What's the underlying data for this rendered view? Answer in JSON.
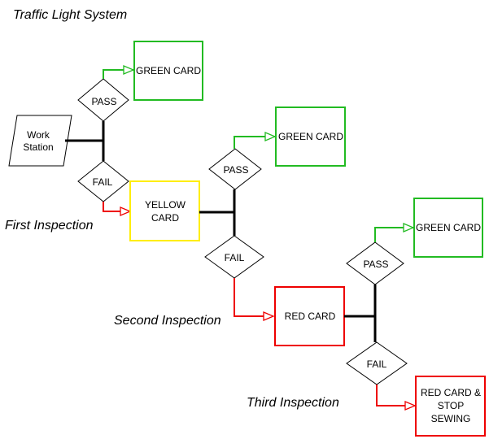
{
  "title": "Traffic Light System",
  "colors": {
    "green": "#22bb22",
    "yellow": "#ffee00",
    "red": "#ee0000",
    "line": "#000000"
  },
  "nodes": {
    "work_station": [
      "Work",
      "Station"
    ],
    "pass_1": "PASS",
    "fail_1": "FAIL",
    "green_card_1": "GREEN CARD",
    "yellow_card": [
      "YELLOW",
      "CARD"
    ],
    "pass_2": "PASS",
    "fail_2": "FAIL",
    "green_card_2": "GREEN CARD",
    "red_card": "RED CARD",
    "pass_3": "PASS",
    "fail_3": "FAIL",
    "green_card_3": "GREEN CARD",
    "red_card_stop": [
      "RED CARD &",
      "STOP",
      "SEWING"
    ]
  },
  "stages": {
    "first": "First Inspection",
    "second": "Second Inspection",
    "third": "Third Inspection"
  }
}
